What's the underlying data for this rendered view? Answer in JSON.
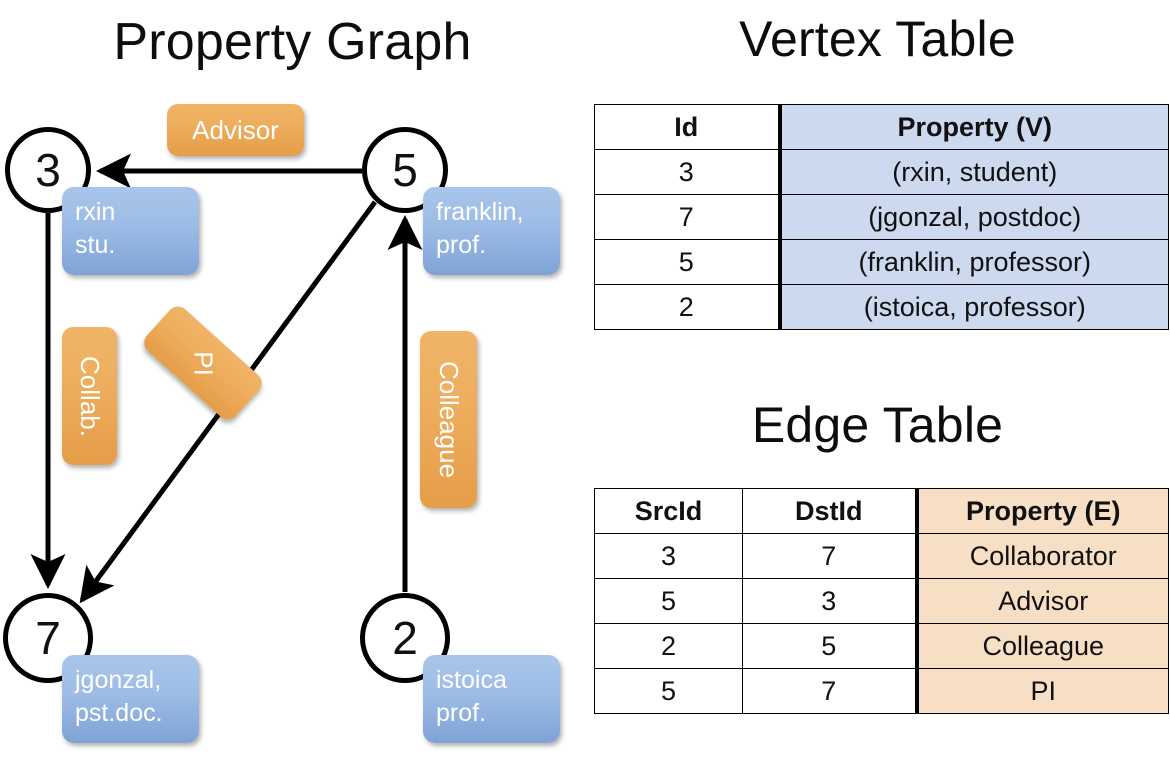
{
  "titles": {
    "property_graph": "Property Graph",
    "vertex_table": "Vertex Table",
    "edge_table": "Edge Table"
  },
  "colors": {
    "vertex_property_fill": "#ccd9ef",
    "edge_property_fill": "#f7dfc6",
    "vertex_label_box": "#9dbce6",
    "edge_label_box": "#eeae5e",
    "stroke": "#000000"
  },
  "graph": {
    "nodes": [
      {
        "id": "3",
        "label_lines": [
          "rxin",
          "stu."
        ]
      },
      {
        "id": "5",
        "label_lines": [
          "franklin,",
          "prof."
        ]
      },
      {
        "id": "7",
        "label_lines": [
          "jgonzal,",
          "pst.doc."
        ]
      },
      {
        "id": "2",
        "label_lines": [
          "istoica",
          "prof."
        ]
      }
    ],
    "edge_labels": [
      {
        "name": "advisor",
        "text": "Advisor"
      },
      {
        "name": "collab",
        "text": "Collab."
      },
      {
        "name": "pi",
        "text": "PI"
      },
      {
        "name": "colleague",
        "text": "Colleague"
      }
    ],
    "edges": [
      {
        "from": "5",
        "to": "3",
        "label": "Advisor"
      },
      {
        "from": "3",
        "to": "7",
        "label": "Collab."
      },
      {
        "from": "5",
        "to": "7",
        "label": "PI"
      },
      {
        "from": "2",
        "to": "5",
        "label": "Colleague"
      }
    ]
  },
  "vertex_table": {
    "headers": [
      "Id",
      "Property (V)"
    ],
    "rows": [
      [
        "3",
        "(rxin, student)"
      ],
      [
        "7",
        "(jgonzal, postdoc)"
      ],
      [
        "5",
        "(franklin, professor)"
      ],
      [
        "2",
        "(istoica, professor)"
      ]
    ]
  },
  "edge_table": {
    "headers": [
      "SrcId",
      "DstId",
      "Property (E)"
    ],
    "rows": [
      [
        "3",
        "7",
        "Collaborator"
      ],
      [
        "5",
        "3",
        "Advisor"
      ],
      [
        "2",
        "5",
        "Colleague"
      ],
      [
        "5",
        "7",
        "PI"
      ]
    ]
  }
}
